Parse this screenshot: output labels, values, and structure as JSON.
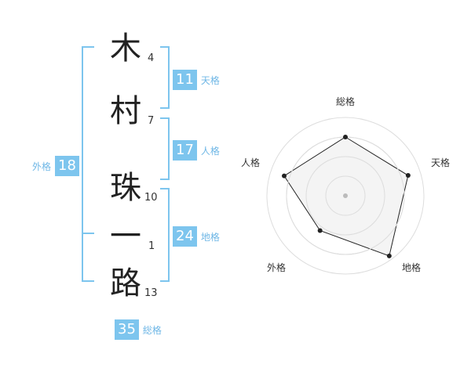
{
  "characters": [
    {
      "char": "木",
      "strokes": "4"
    },
    {
      "char": "村",
      "strokes": "7"
    },
    {
      "char": "珠",
      "strokes": "10"
    },
    {
      "char": "一",
      "strokes": "1"
    },
    {
      "char": "路",
      "strokes": "13"
    }
  ],
  "kakusu": {
    "tenkaku": {
      "value": "11",
      "label": "天格"
    },
    "jinkaku": {
      "value": "17",
      "label": "人格"
    },
    "chikaku": {
      "value": "24",
      "label": "地格"
    },
    "gaikaku": {
      "value": "18",
      "label": "外格"
    },
    "soukaku": {
      "value": "35",
      "label": "総格"
    }
  },
  "radar": {
    "axes": [
      "総格",
      "天格",
      "地格",
      "外格",
      "人格"
    ],
    "levels": 4,
    "values": [
      0.75,
      0.84,
      0.95,
      0.55,
      0.82
    ],
    "colors": {
      "fill": "#f2f2f2",
      "grid": "#dddddd",
      "line": "#222222",
      "center": "#bbbbbb"
    }
  }
}
